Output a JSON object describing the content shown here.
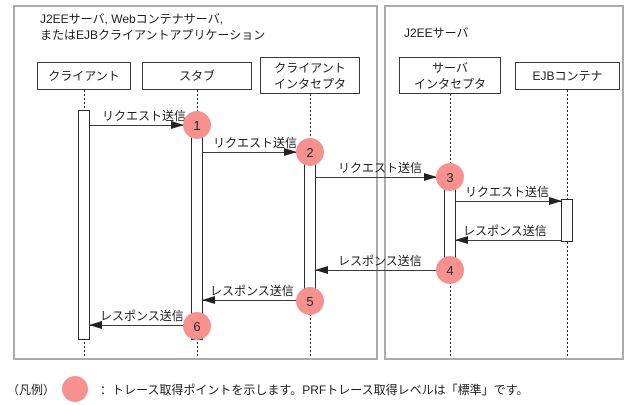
{
  "figure": {
    "groups": {
      "left": {
        "title": "J2EEサーバ, Webコンテナサーバ,\nまたはEJBクライアントアプリケーション"
      },
      "right": {
        "title": "J2EEサーバ"
      }
    },
    "participants": [
      {
        "label": "クライアント"
      },
      {
        "label": "スタブ"
      },
      {
        "label": "クライアント\nインタセプタ"
      },
      {
        "label": "サーバ\nインタセプタ"
      },
      {
        "label": "EJBコンテナ"
      }
    ],
    "messages": [
      {
        "label": "リクエスト送信",
        "from": "クライアント",
        "to": "スタブ"
      },
      {
        "label": "リクエスト送信",
        "from": "スタブ",
        "to": "クライアントインタセプタ"
      },
      {
        "label": "リクエスト送信",
        "from": "クライアントインタセプタ",
        "to": "サーバインタセプタ"
      },
      {
        "label": "リクエスト送信",
        "from": "サーバインタセプタ",
        "to": "EJBコンテナ"
      },
      {
        "label": "レスポンス送信",
        "from": "EJBコンテナ",
        "to": "サーバインタセプタ"
      },
      {
        "label": "レスポンス送信",
        "from": "サーバインタセプタ",
        "to": "クライアントインタセプタ"
      },
      {
        "label": "レスポンス送信",
        "from": "クライアントインタセプタ",
        "to": "スタブ"
      },
      {
        "label": "レスポンス送信",
        "from": "スタブ",
        "to": "クライアント"
      }
    ],
    "trace_points": [
      {
        "number": "1"
      },
      {
        "number": "2"
      },
      {
        "number": "3"
      },
      {
        "number": "4"
      },
      {
        "number": "5"
      },
      {
        "number": "6"
      }
    ],
    "legend": {
      "prefix": "（凡例）",
      "text": "：トレース取得ポイントを示します。PRFトレース取得レベルは「標準」です。"
    },
    "colors": {
      "trace_point": "#f6918f",
      "group_border": "#ababab",
      "line": "#2b2b2b"
    }
  }
}
